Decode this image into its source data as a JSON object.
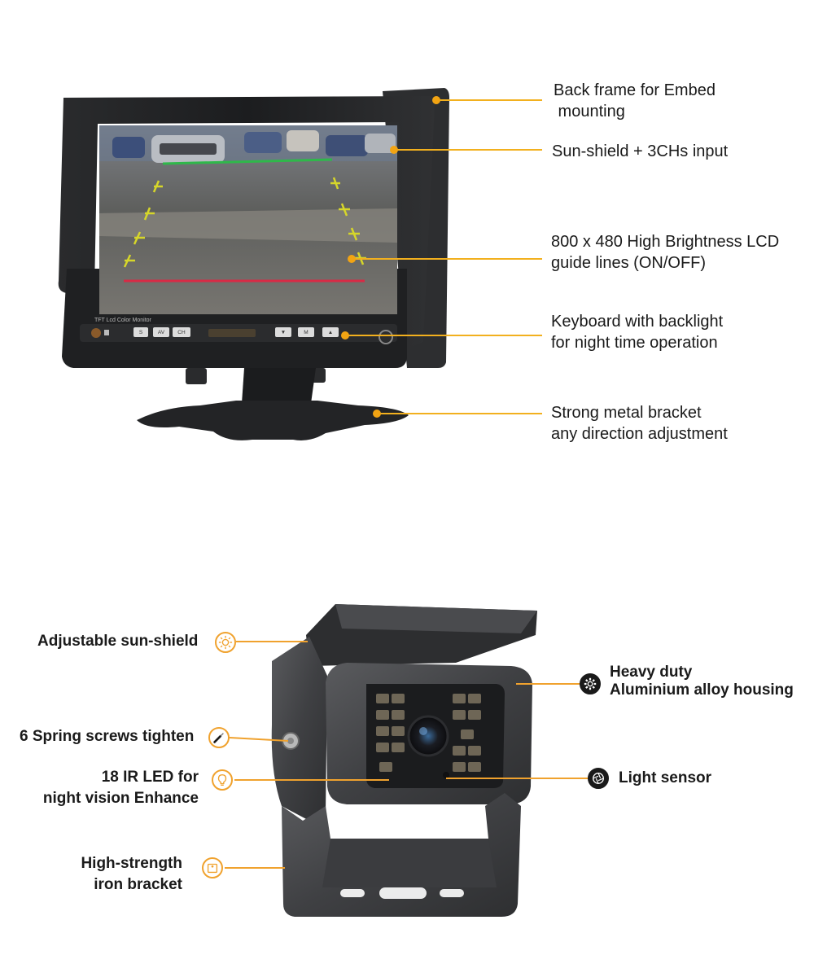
{
  "colors": {
    "callout_line": "#f2b01e",
    "callout_dot": "#f2a413",
    "camera_icon_border": "#f0a22e",
    "text": "#1a1a1a"
  },
  "monitor": {
    "screen_brand": "TFT Lcd Color Monitor",
    "buttons": [
      "S",
      "AV",
      "CH",
      "▼",
      "M",
      "▲"
    ],
    "callouts": [
      {
        "line1": "Back frame for Embed",
        "line2": " mounting"
      },
      {
        "line1": "Sun-shield + 3CHs input",
        "line2": ""
      },
      {
        "line1": "800 x 480 High Brightness LCD",
        "line2": "guide lines (ON/OFF)"
      },
      {
        "line1": "Keyboard with backlight",
        "line2": "for night time operation"
      },
      {
        "line1": "Strong metal bracket",
        "line2": "any direction adjustment"
      }
    ]
  },
  "camera": {
    "callouts_left": [
      {
        "line1": "Adjustable sun-shield",
        "line2": "",
        "icon": "sun-icon"
      },
      {
        "line1": "6 Spring screws tighten",
        "line2": "",
        "icon": "screwdriver-icon"
      },
      {
        "line1": "18 IR LED for",
        "line2": "night vision Enhance",
        "icon": "bulb-icon"
      },
      {
        "line1": "High-strength",
        "line2": "iron bracket",
        "icon": "bracket-icon"
      }
    ],
    "callouts_right": [
      {
        "line1": "Heavy duty",
        "line2": "Aluminium alloy housing",
        "icon": "gear-icon"
      },
      {
        "line1": "Light sensor",
        "line2": "",
        "icon": "aperture-icon"
      }
    ]
  }
}
